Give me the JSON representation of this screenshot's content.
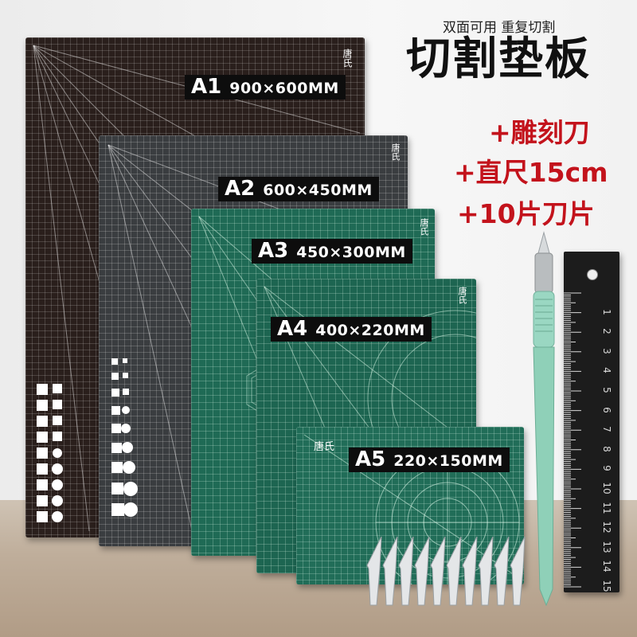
{
  "header": {
    "tagline": "双面可用  重复切割",
    "title": "切割垫板"
  },
  "extras": [
    "+雕刻刀",
    "+直尺15cm",
    "+10片刀片"
  ],
  "mats": [
    {
      "code": "A1",
      "dims": "900×600MM",
      "brand": "唐氏"
    },
    {
      "code": "A2",
      "dims": "600×450MM",
      "brand": "唐氏"
    },
    {
      "code": "A3",
      "dims": "450×300MM",
      "brand": "唐氏"
    },
    {
      "code": "A4",
      "dims": "400×220MM",
      "brand": "唐氏"
    },
    {
      "code": "A5",
      "dims": "220×150MM",
      "brand": "唐氏"
    }
  ],
  "ruler": {
    "numbers": [
      "1",
      "2",
      "3",
      "4",
      "5",
      "6",
      "7",
      "8",
      "9",
      "10",
      "11",
      "12",
      "13",
      "14",
      "15"
    ]
  },
  "colors": {
    "accent_red": "#c3131c",
    "mat_black": "#2a1f1c",
    "mat_gray": "#3a3d40",
    "mat_green": "#1f6a55",
    "knife_handle": "#8fd0b8",
    "ruler": "#1c1c1c"
  }
}
